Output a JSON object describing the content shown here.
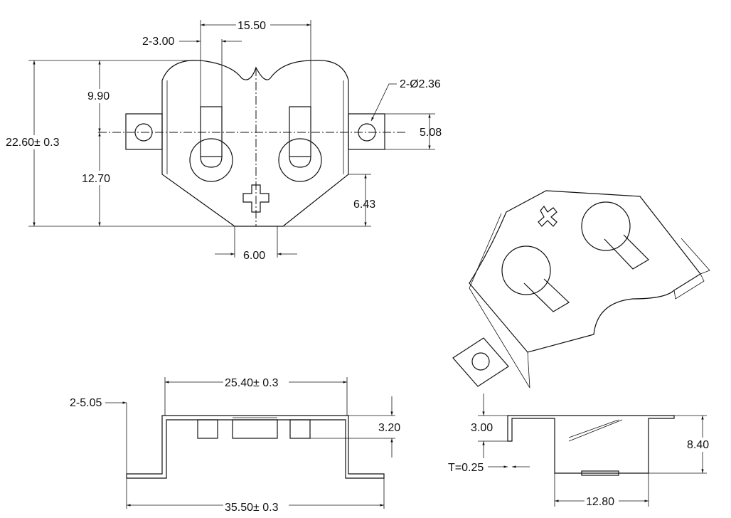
{
  "dimensions": {
    "width_top": "15.50",
    "slot_width": "2-3.00",
    "upper_height": "9.90",
    "hole_dia": "2-Ø2.36",
    "total_height": "22.60± 0.3",
    "tab_height": "5.08",
    "lower_height": "12.70",
    "bottom_right_height": "6.43",
    "bottom_flat": "6.00",
    "pitch": "25.40± 0.3",
    "lead_offset": "2-5.05",
    "clip_height": "3.20",
    "overall_width": "35.50± 0.3",
    "standoff": "3.00",
    "side_height": "8.40",
    "thickness": "T=0.25",
    "side_width": "12.80"
  }
}
